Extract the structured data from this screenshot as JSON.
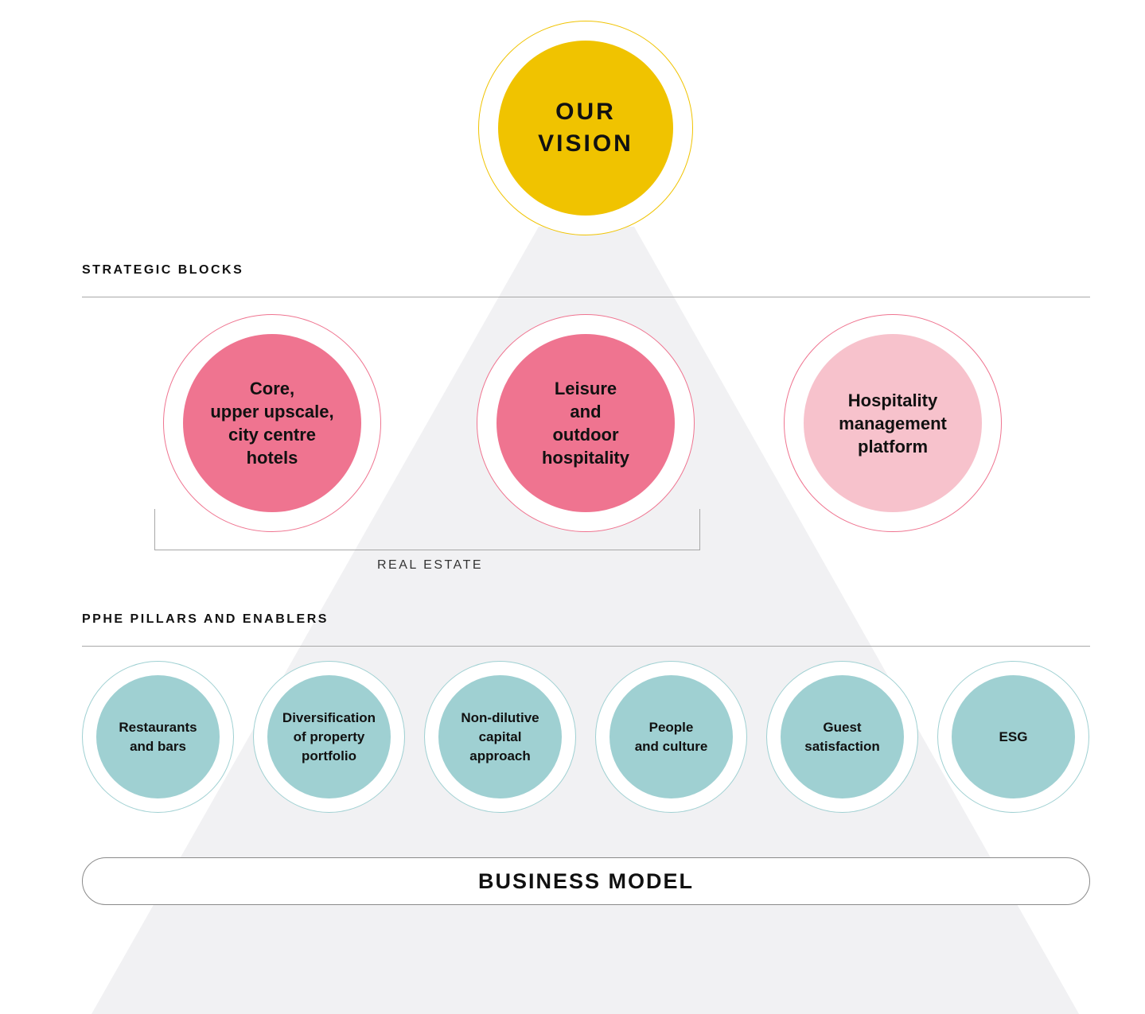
{
  "vision": {
    "label": "OUR\nVISION",
    "color": "#f0c300"
  },
  "strategic_blocks": {
    "heading": "STRATEGIC BLOCKS",
    "items": [
      {
        "label": "Core,\nupper upscale,\ncity centre\nhotels",
        "color": "#ef7490"
      },
      {
        "label": "Leisure\nand\noutdoor\nhospitality",
        "color": "#ef7490"
      },
      {
        "label": "Hospitality\nmanagement\nplatform",
        "color": "#f7c2cc"
      }
    ],
    "bracket_label": "REAL ESTATE"
  },
  "pillars": {
    "heading": "PPHE PILLARS AND ENABLERS",
    "color": "#9fd0d2",
    "items": [
      {
        "label": "Restaurants\nand bars"
      },
      {
        "label": "Diversification\nof property\nportfolio"
      },
      {
        "label": "Non-dilutive\ncapital\napproach"
      },
      {
        "label": "People\nand culture"
      },
      {
        "label": "Guest\nsatisfaction"
      },
      {
        "label": "ESG"
      }
    ]
  },
  "business_model": {
    "label": "BUSINESS MODEL"
  },
  "background_color": "#f1f1f3"
}
